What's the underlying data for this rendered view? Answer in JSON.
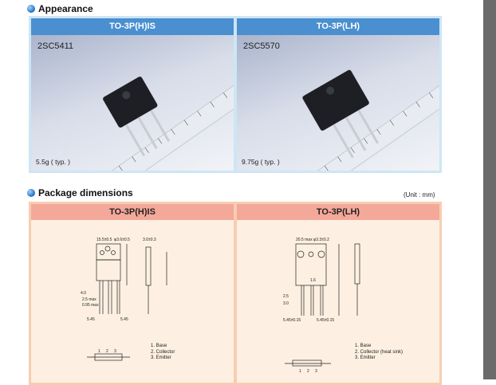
{
  "appearance": {
    "title": "Appearance",
    "packages": [
      {
        "name": "TO-3P(H)IS",
        "part": "2SC5411",
        "weight": "5.5g ( typ. )"
      },
      {
        "name": "TO-3P(LH)",
        "part": "2SC5570",
        "weight": "9.75g ( typ. )"
      }
    ]
  },
  "dimensions": {
    "title": "Package dimensions",
    "unit": "(Unit : mm)",
    "packages": [
      {
        "name": "TO-3P(H)IS",
        "legend": [
          "1. Base",
          "2. Collector",
          "3. Emitter"
        ],
        "dims": [
          "15.5±0.5",
          "φ3.6±0.5",
          "3.0±0.3",
          "4.0",
          "2.5 max",
          "0.95 max",
          "5.45",
          "5.45"
        ]
      },
      {
        "name": "TO-3P(LH)",
        "legend": [
          "1. Base",
          "2. Collector (heat sink)",
          "3. Emitter"
        ],
        "dims": [
          "20.5 max",
          "φ3.3±0.2",
          "5.45±0.15",
          "5.45±0.15",
          "2.5",
          "3.0",
          "1.6"
        ]
      }
    ]
  },
  "colors": {
    "blue_header": "#4a8fd0",
    "salmon_header": "#f4a89a",
    "body": "#fdf0e2"
  }
}
